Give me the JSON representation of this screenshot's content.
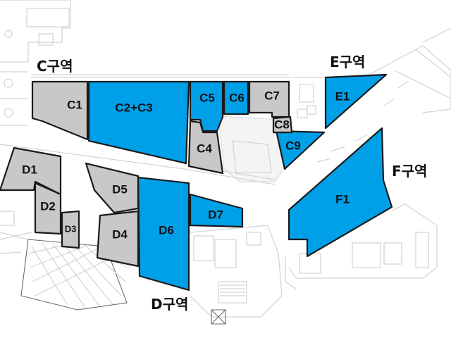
{
  "zones": {
    "c": "C구역",
    "d": "D구역",
    "e": "E구역",
    "f": "F구역"
  },
  "plots": {
    "c1": "C1",
    "c2c3": "C2+C3",
    "c4": "C4",
    "c5": "C5",
    "c6": "C6",
    "c7": "C7",
    "c8": "C8",
    "c9": "C9",
    "d1": "D1",
    "d2": "D2",
    "d3": "D3",
    "d4": "D4",
    "d5": "D5",
    "d6": "D6",
    "d7": "D7",
    "e1": "E1",
    "f1": "F1"
  },
  "colors": {
    "highlight": "#00a0e9",
    "existing": "#c8c8c8",
    "outline": "#1a1a1a"
  }
}
